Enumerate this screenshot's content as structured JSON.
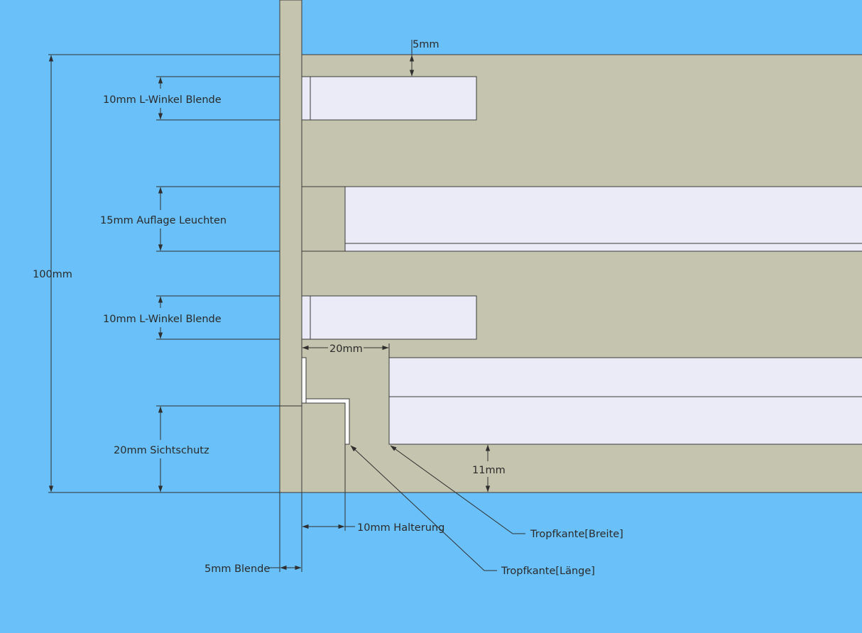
{
  "labels": {
    "top_gap": "5mm",
    "blende_1": "10mm L-Winkel Blende",
    "auflage": "15mm Auflage Leuchten",
    "total_height": "100mm",
    "blende_2": "10mm L-Winkel Blende",
    "width_20": "20mm",
    "sichtschutz": "20mm Sichtschutz",
    "bottom_gap": "11mm",
    "halterung": "10mm Halterung",
    "tropfkante_breite": "Tropfkante[Breite]",
    "blende_5": "5mm Blende",
    "tropfkante_laenge": "Tropfkante[Länge]"
  },
  "colors": {
    "background": "#6ac0f8",
    "wall": "#c5c4ae",
    "panel": "#ebebf8",
    "line": "#3a3a3a"
  }
}
